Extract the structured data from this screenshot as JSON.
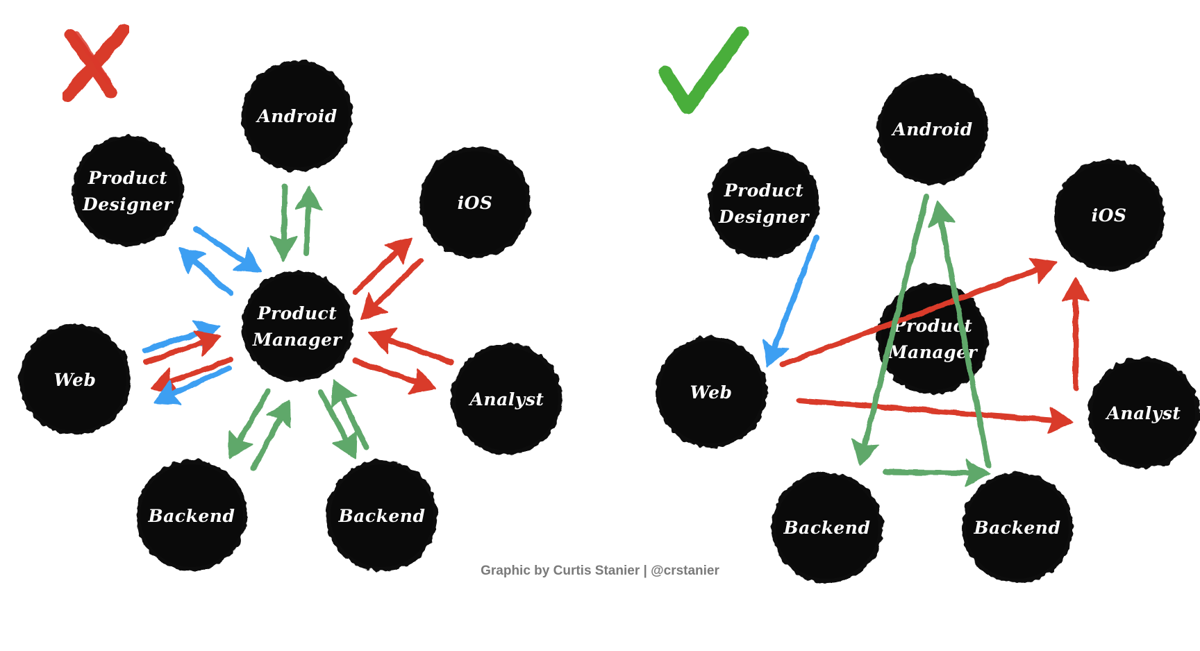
{
  "colors": {
    "node": "#0a0a0a",
    "text": "#ffffff",
    "red": "#d93a2b",
    "green": "#5fa86a",
    "blue": "#3d9ff2",
    "cross": "#d93a2b",
    "check": "#4aae3a",
    "credit": "#7a7a7a"
  },
  "icons": {
    "bad": "x-mark-icon",
    "good": "check-mark-icon"
  },
  "bad_diagram": {
    "nodes": [
      {
        "id": "android",
        "label": "Android"
      },
      {
        "id": "product_designer",
        "label": "Product Designer"
      },
      {
        "id": "ios",
        "label": "iOS"
      },
      {
        "id": "product_manager",
        "label": "Product Manager"
      },
      {
        "id": "web",
        "label": "Web"
      },
      {
        "id": "analyst",
        "label": "Analyst"
      },
      {
        "id": "backend_1",
        "label": "Backend"
      },
      {
        "id": "backend_2",
        "label": "Backend"
      }
    ],
    "edges": [
      {
        "from": "product_manager",
        "to": "android",
        "color": "green"
      },
      {
        "from": "android",
        "to": "product_manager",
        "color": "green"
      },
      {
        "from": "product_designer",
        "to": "product_manager",
        "color": "blue"
      },
      {
        "from": "product_manager",
        "to": "product_designer",
        "color": "blue"
      },
      {
        "from": "product_manager",
        "to": "ios",
        "color": "red"
      },
      {
        "from": "ios",
        "to": "product_manager",
        "color": "red"
      },
      {
        "from": "web",
        "to": "product_manager",
        "color": "blue"
      },
      {
        "from": "web",
        "to": "product_manager",
        "color": "red"
      },
      {
        "from": "product_manager",
        "to": "web",
        "color": "red"
      },
      {
        "from": "product_manager",
        "to": "web",
        "color": "blue"
      },
      {
        "from": "product_manager",
        "to": "analyst",
        "color": "red"
      },
      {
        "from": "analyst",
        "to": "product_manager",
        "color": "red"
      },
      {
        "from": "product_manager",
        "to": "backend_1",
        "color": "green"
      },
      {
        "from": "backend_1",
        "to": "product_manager",
        "color": "green"
      },
      {
        "from": "product_manager",
        "to": "backend_2",
        "color": "green"
      },
      {
        "from": "backend_2",
        "to": "product_manager",
        "color": "green"
      }
    ]
  },
  "good_diagram": {
    "nodes": [
      {
        "id": "android",
        "label": "Android"
      },
      {
        "id": "product_designer",
        "label": "Product Designer"
      },
      {
        "id": "ios",
        "label": "iOS"
      },
      {
        "id": "product_manager",
        "label": "Product Manager"
      },
      {
        "id": "web",
        "label": "Web"
      },
      {
        "id": "analyst",
        "label": "Analyst"
      },
      {
        "id": "backend_1",
        "label": "Backend"
      },
      {
        "id": "backend_2",
        "label": "Backend"
      }
    ],
    "edges": [
      {
        "from": "product_designer",
        "to": "web",
        "color": "blue"
      },
      {
        "from": "web",
        "to": "ios",
        "color": "red"
      },
      {
        "from": "web",
        "to": "analyst",
        "color": "red"
      },
      {
        "from": "analyst",
        "to": "ios",
        "color": "red"
      },
      {
        "from": "android",
        "to": "backend_1",
        "color": "green"
      },
      {
        "from": "backend_2",
        "to": "android",
        "color": "green"
      },
      {
        "from": "backend_1",
        "to": "backend_2",
        "color": "green"
      }
    ]
  },
  "credit": "Graphic by Curtis Stanier | @crstanier"
}
